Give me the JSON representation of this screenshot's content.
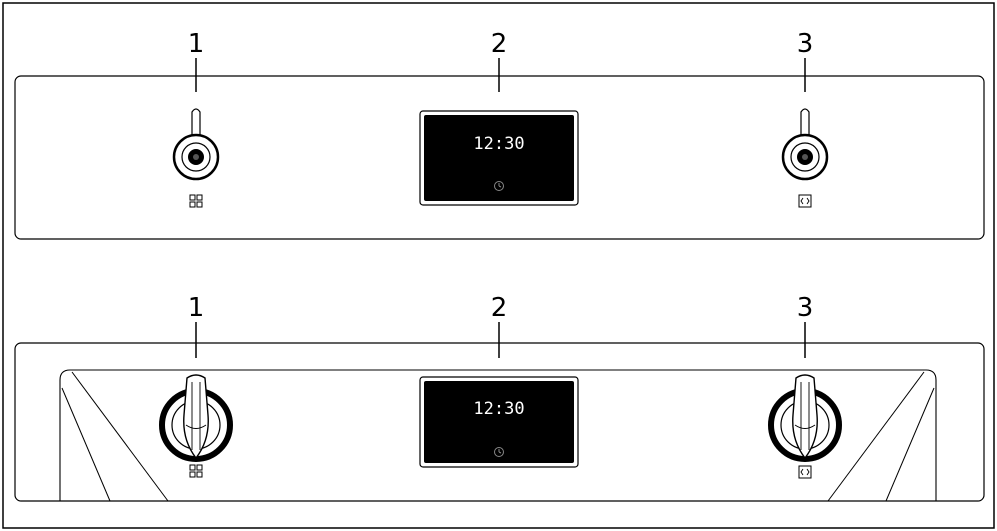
{
  "panels": [
    {
      "name": "top-panel",
      "callouts": [
        "1",
        "2",
        "3"
      ],
      "display_time": "12:30"
    },
    {
      "name": "bottom-panel",
      "callouts": [
        "1",
        "2",
        "3"
      ],
      "display_time": "12:30"
    }
  ],
  "icons": {
    "left_knob_symbol": "function-grid-icon",
    "right_knob_symbol": "temperature-box-icon",
    "display_symbol": "clock-icon"
  },
  "colors": {
    "line": "#000000",
    "display_bg": "#000000",
    "display_text": "#ffffff"
  }
}
